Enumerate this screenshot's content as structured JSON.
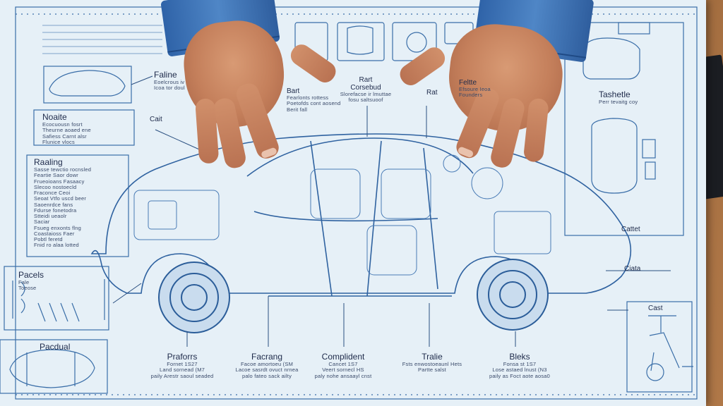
{
  "scene": {
    "description_colors": {
      "paper": "#e6f0f7",
      "ink": "#2a5a93",
      "sleeve": "#3d74b8",
      "skin": "#c47f5b",
      "table": "#8c5a30"
    },
    "icons": [
      "blueprint-sheet",
      "car-cutaway-drawing",
      "hands",
      "notebook"
    ]
  },
  "labels": {
    "faline": {
      "title": "Faline",
      "sub": "Eoelcrous iv\nIcoa tor doul"
    },
    "noaite": {
      "title": "Noaite",
      "sub": "Ecocuousn fosrt\nTheurne aoaed ene\nSafiess Carnt alsr\nFlunice vlocs"
    },
    "cait_left": {
      "title": "Cait"
    },
    "raaling": {
      "title": "Raaling",
      "sub": "Sasse tewctio rocnsled\nFeartie Saor dowr\nFrueoioans Fasaacy\nSlecoo nostoecld\nFraconce Ceoi\nSeoat Vtfo uscd beer\nSaoenrdce fans\nFdurse fonetodra\nStteidi ueaolr\nSaciar\nFsueg enxonts flng\nCoastaioss Faer\nPobtl feretd\nFnid ro alaa lotted"
    },
    "pacels": {
      "title": "Pacels",
      "sub": "Fale\nToeose"
    },
    "pacdual": {
      "title": "Pacdual"
    },
    "bart": {
      "title": "Bart",
      "sub": "Fearlonts rottess\nPoetofds cont aosend\nBerit fall"
    },
    "rart_corsebuf": {
      "title": "Rart\nCorsebud",
      "sub": "Slorefacse ir lmuttae\nfosu saltsuoof"
    },
    "rat": {
      "title": "Rat"
    },
    "felte": {
      "title": "Feltte",
      "sub": "Efsoure Ieoa\nFounders"
    },
    "tashetle": {
      "title": "Tashetle",
      "sub": "Perr tevaitg coy"
    },
    "cattet": {
      "title": "Cattet"
    },
    "ciata": {
      "title": "Ciata"
    },
    "cast": {
      "title": "Cast"
    },
    "praforrs": {
      "title": "Praforrs",
      "sub": "Fornet 1S27\nLand sornead (M7\npaily Arestr saoul seaded"
    },
    "facrang": {
      "title": "Facrang",
      "sub": "Facoe amortoeu (SM\nLacoe sasrdt ovuct nrnea\npalo fateo sack ailty"
    },
    "complident": {
      "title": "Complident",
      "sub": "Cancet 1S7\nVeert sornecl HS\npaly nohe ansaayl cnst"
    },
    "tralie": {
      "title": "Tralie",
      "sub": "Fsts enwostoeaunl Hets\nPartte salst"
    },
    "bleks": {
      "title": "Bleks",
      "sub": "Fonsa st 1S7\nLose astaed lnust (N3\npaily as Foct aote aosa0"
    }
  }
}
